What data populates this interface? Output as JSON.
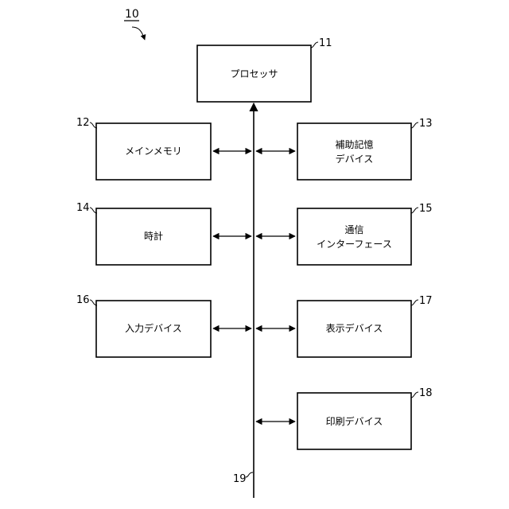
{
  "figure": {
    "number": "10"
  },
  "bus": {
    "ref": "19"
  },
  "blocks": [
    {
      "id": "processor",
      "ref": "11",
      "lines": [
        "プロセッサ"
      ]
    },
    {
      "id": "main-memory",
      "ref": "12",
      "lines": [
        "メインメモリ"
      ]
    },
    {
      "id": "auxiliary-storage",
      "ref": "13",
      "lines": [
        "補助記憶",
        "デバイス"
      ]
    },
    {
      "id": "clock",
      "ref": "14",
      "lines": [
        "時計"
      ]
    },
    {
      "id": "communication-interface",
      "ref": "15",
      "lines": [
        "通信",
        "インターフェース"
      ]
    },
    {
      "id": "input-device",
      "ref": "16",
      "lines": [
        "入力デバイス"
      ]
    },
    {
      "id": "display-device",
      "ref": "17",
      "lines": [
        "表示デバイス"
      ]
    },
    {
      "id": "printing-device",
      "ref": "18",
      "lines": [
        "印刷デバイス"
      ]
    }
  ]
}
